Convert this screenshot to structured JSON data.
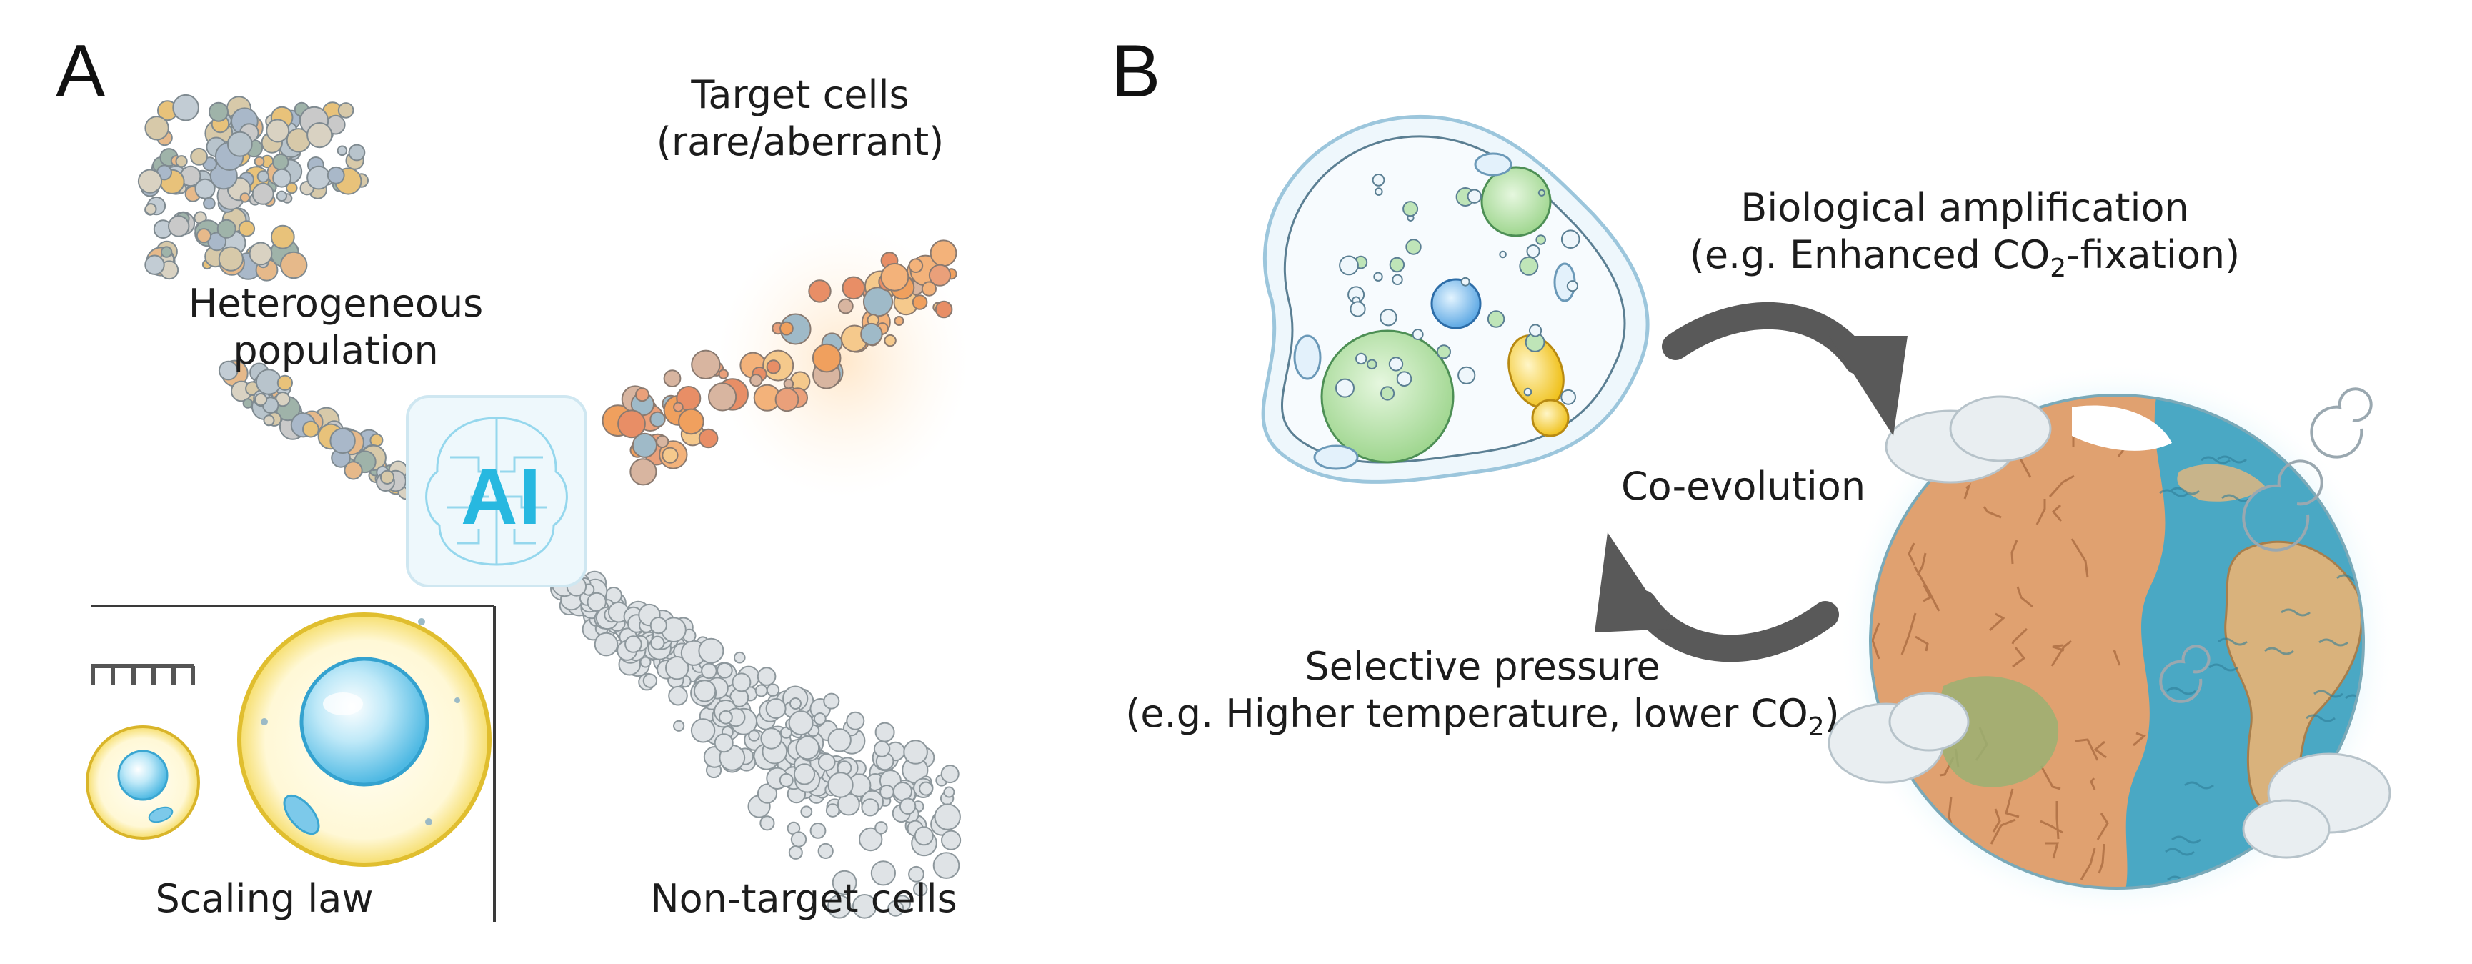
{
  "panels": {
    "a": "A",
    "b": "B"
  },
  "panel_a": {
    "heterogeneous": "Heterogeneous population",
    "heterogeneous_line1": "Heterogeneous",
    "heterogeneous_line2": "population",
    "target_line1": "Target cells",
    "target_line2": "(rare/aberrant)",
    "non_target": "Non-target cells",
    "scaling_law": "Scaling law",
    "ai": "AI"
  },
  "panel_b": {
    "amp_line1": "Biological amplification",
    "amp_line2_pre": "(e.g. Enhanced CO",
    "amp_line2_sub": "2",
    "amp_line2_post": "-fixation)",
    "coevolution": "Co-evolution",
    "sel_line1": "Selective pressure",
    "sel_line2_pre": "(e.g. Higher temperature, lower CO",
    "sel_line2_sub": "2",
    "sel_line2_post": ")"
  },
  "colors": {
    "arrow": "#595959",
    "ai_accent": "#27b8e0",
    "cell_yellow": "#f4d545",
    "cell_blue": "#8fd3ee",
    "ocean": "#4aa8c4",
    "land_dry": "#e0a170"
  }
}
